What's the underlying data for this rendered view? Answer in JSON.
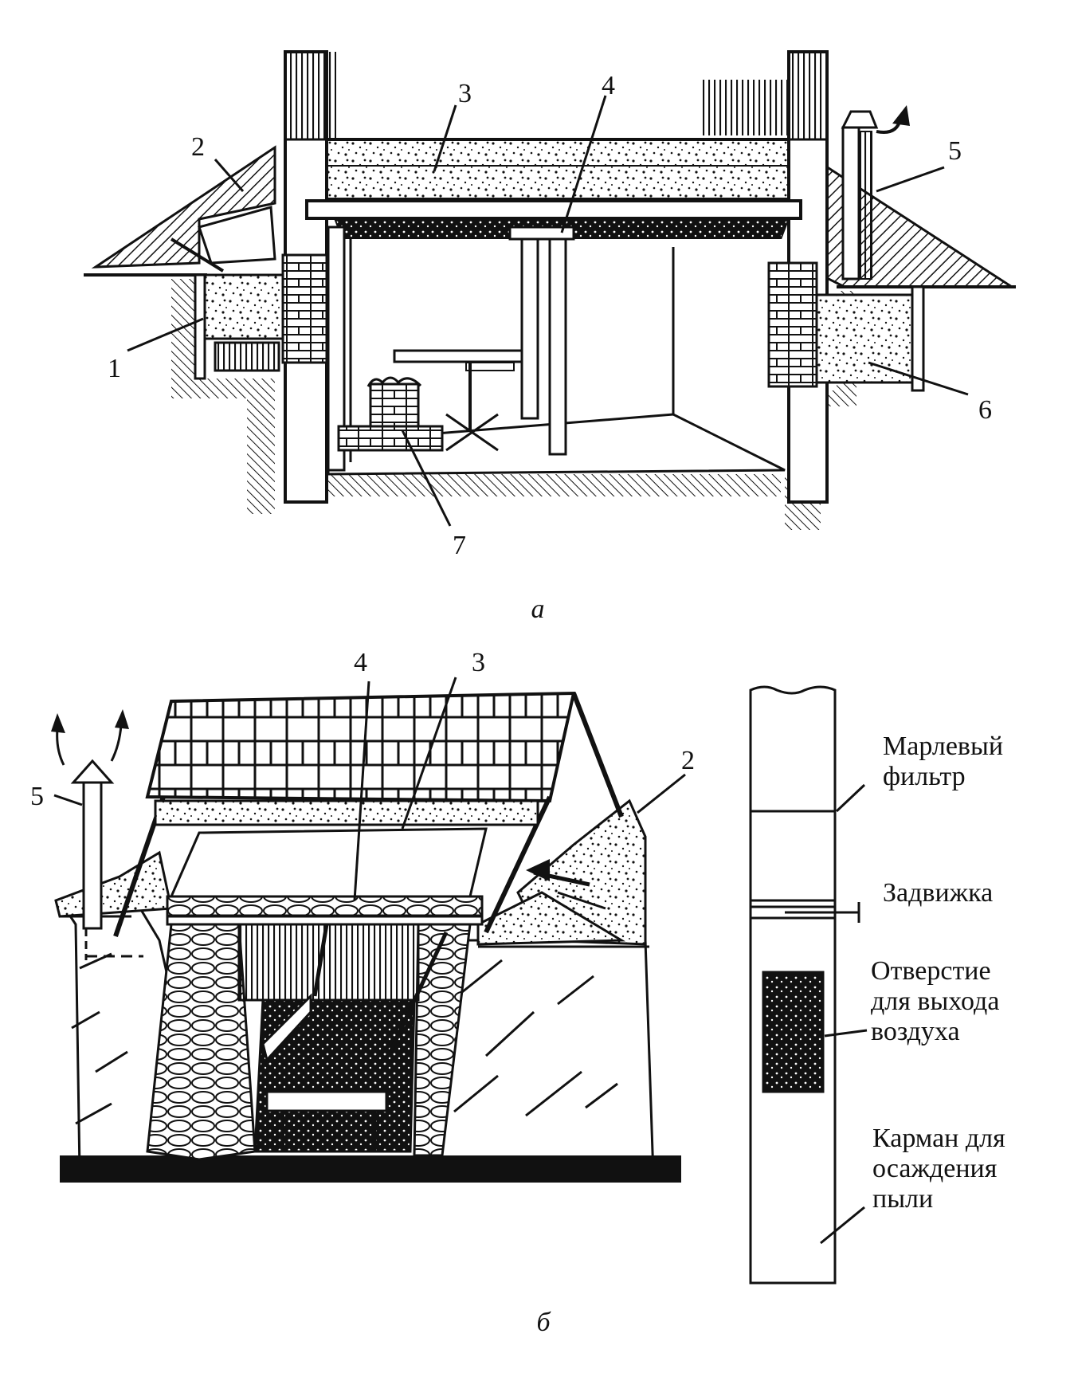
{
  "figure_a": {
    "caption": "а",
    "labels": {
      "l1": "1",
      "l2": "2",
      "l3": "3",
      "l4": "4",
      "l5": "5",
      "l6": "6",
      "l7": "7"
    }
  },
  "figure_b": {
    "caption": "б",
    "labels": {
      "l2": "2",
      "l3": "3",
      "l4": "4",
      "l5": "5"
    }
  },
  "vent_pipe": {
    "filter": [
      "Марлевый",
      "фильтр"
    ],
    "valve": [
      "Задвижка"
    ],
    "air_outlet": [
      "Отверстие",
      "для выхода",
      "воздуха"
    ],
    "dust_pocket": [
      "Карман для",
      "осаждения",
      "пыли"
    ]
  }
}
